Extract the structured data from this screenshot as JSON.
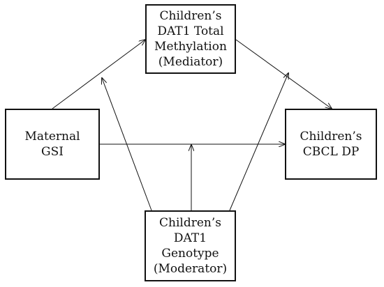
{
  "nodes": {
    "mediator": {
      "lines": [
        "Children’s",
        "DAT1 Total",
        "Methylation",
        "(Mediator)"
      ]
    },
    "predictor": {
      "lines": [
        "Maternal",
        "GSI"
      ]
    },
    "outcome": {
      "lines": [
        "Children’s",
        "CBCL DP"
      ]
    },
    "moderator": {
      "lines": [
        "Children’s",
        "DAT1",
        "Genotype",
        "(Moderator)"
      ]
    }
  },
  "edges": [
    {
      "from": "predictor",
      "to": "mediator"
    },
    {
      "from": "mediator",
      "to": "outcome"
    },
    {
      "from": "predictor",
      "to": "outcome"
    },
    {
      "from": "moderator",
      "to": "path-predictor-mediator"
    },
    {
      "from": "moderator",
      "to": "path-mediator-outcome"
    },
    {
      "from": "moderator",
      "to": "path-predictor-outcome"
    }
  ],
  "colors": {
    "stroke": "#111111",
    "background": "#ffffff"
  }
}
